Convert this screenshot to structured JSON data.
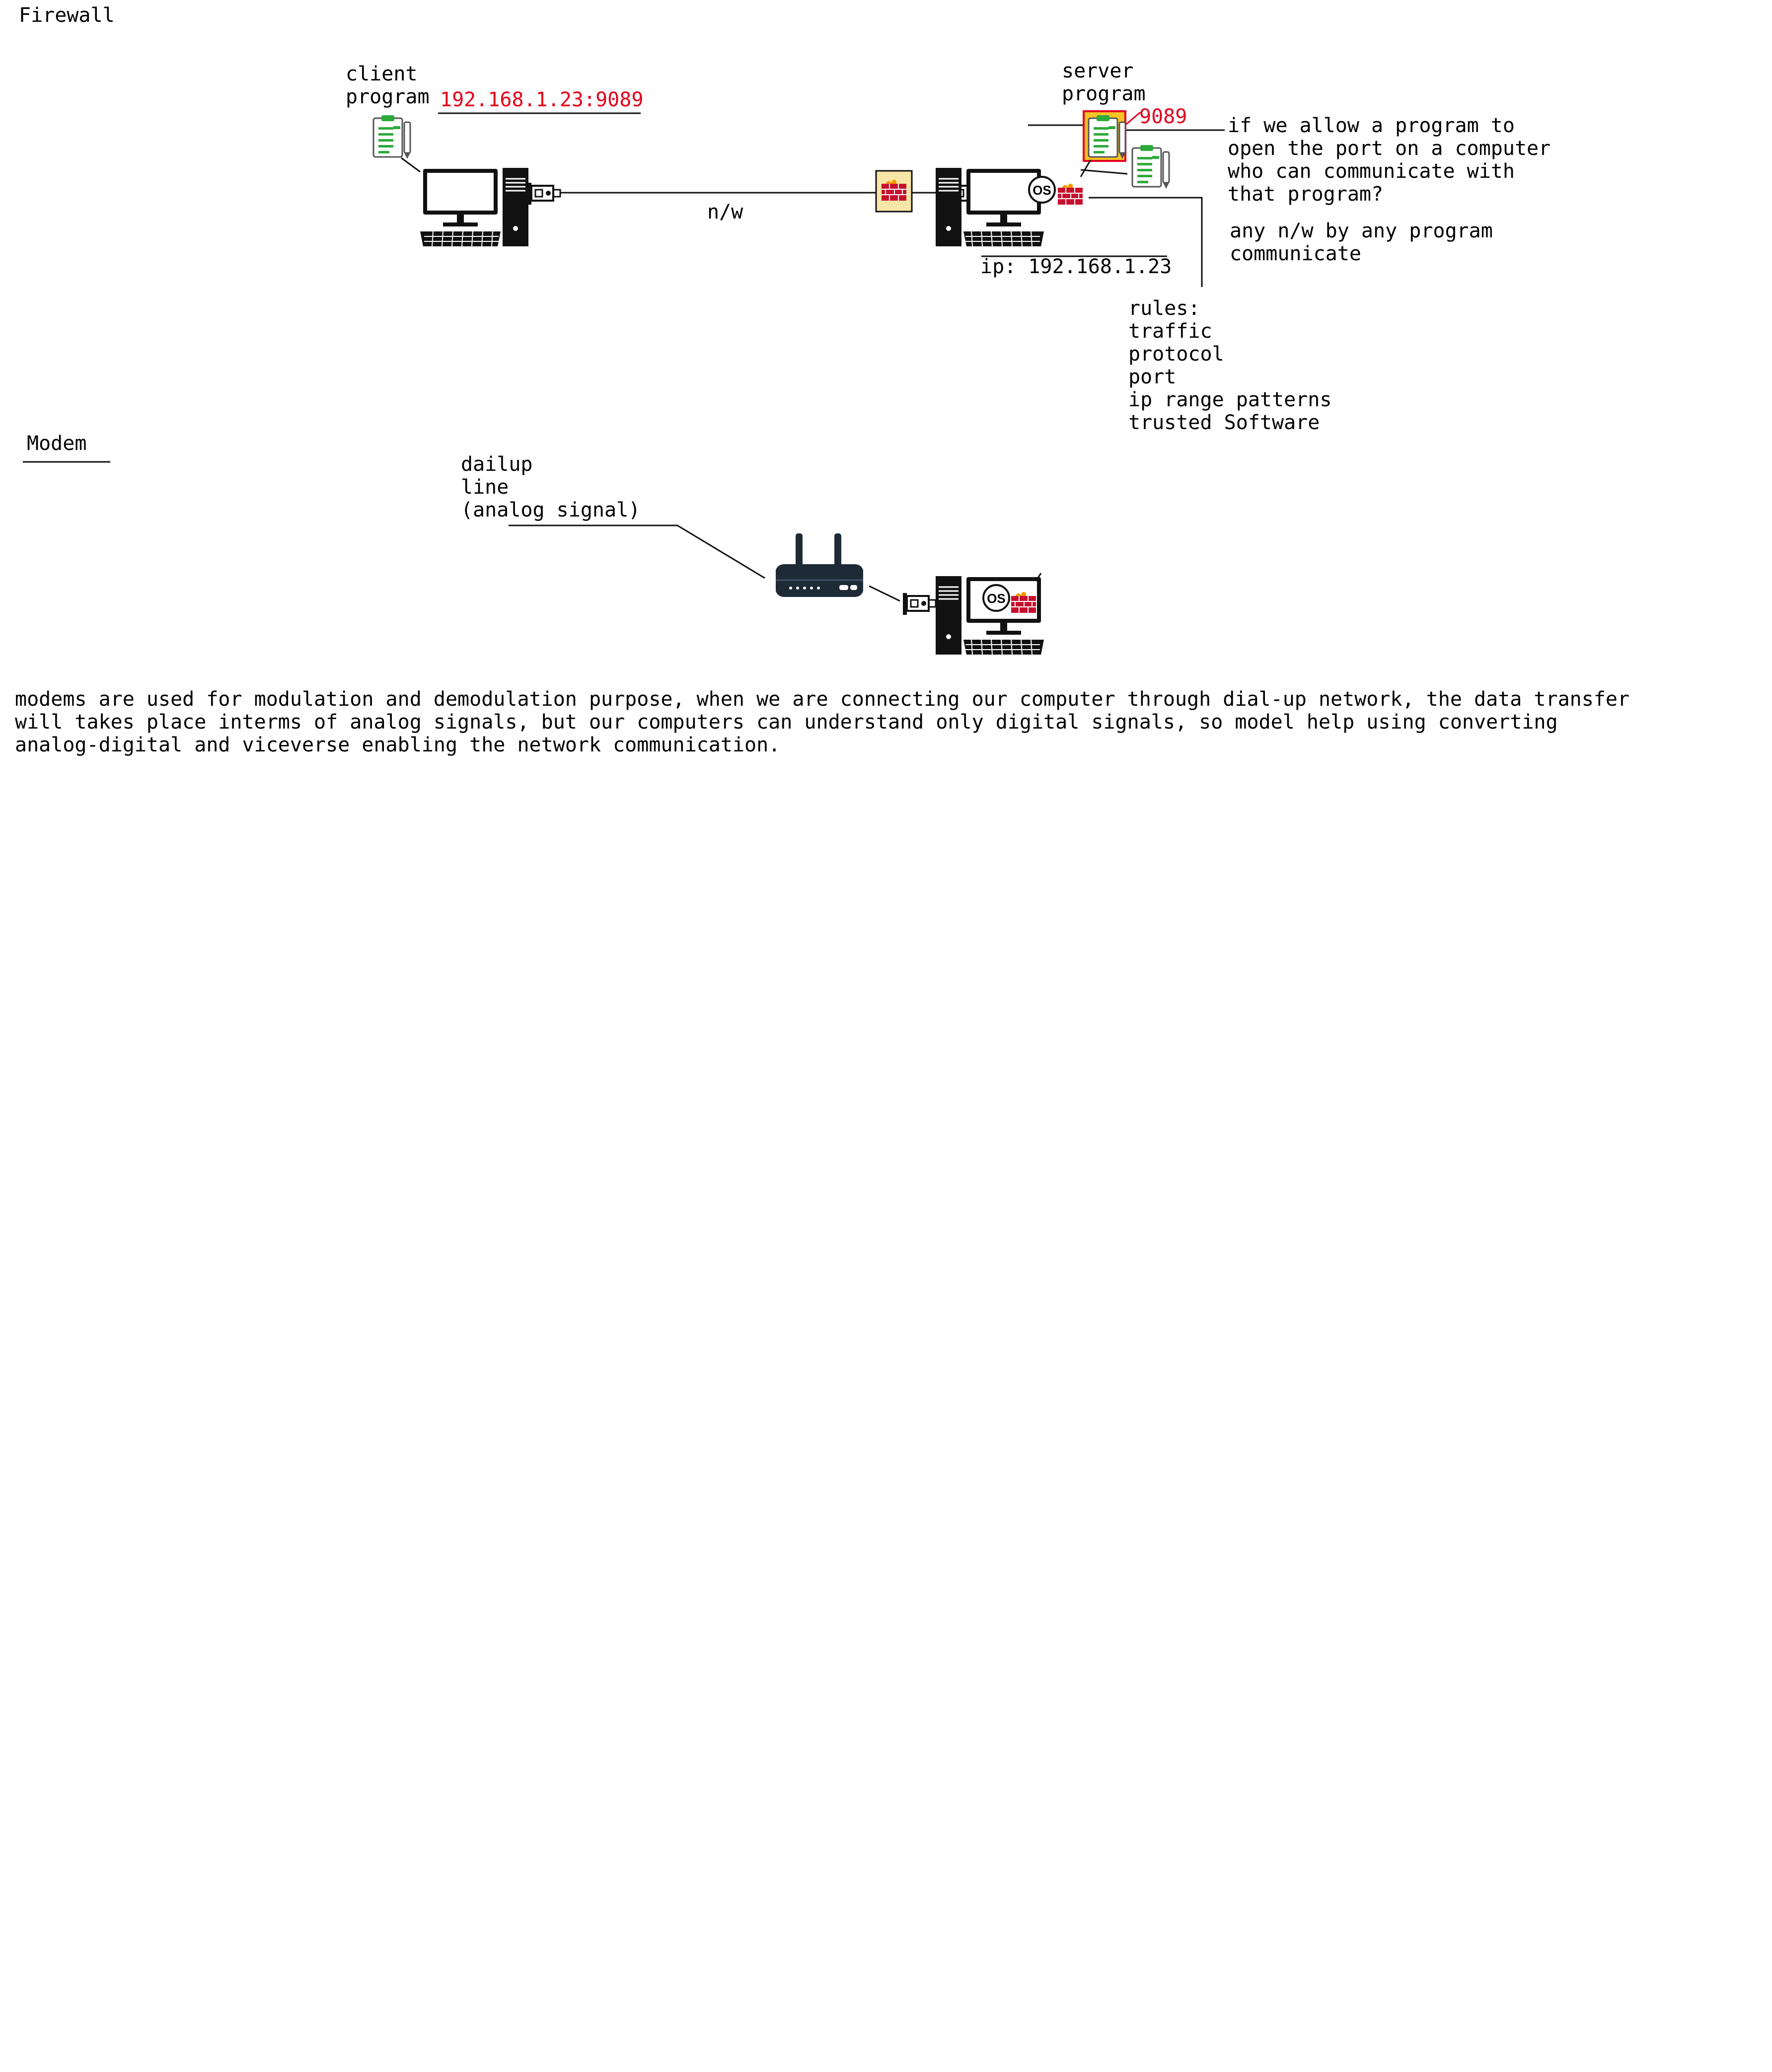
{
  "colors": {
    "accent_red": "#e3001b",
    "firewall_red": "#c8102e",
    "highlight_yellow": "#f7c325",
    "doc_green": "#2eaa3c"
  },
  "firewall": {
    "heading": "Firewall",
    "client_label": "client\nprogram",
    "client_address": "192.168.1.23:9089",
    "network_label": "n/w",
    "server_label": "server\nprogram",
    "server_port": "9089",
    "question": "if we allow a program to\nopen the port on a computer\nwho can communicate with\nthat program?",
    "answer": "any n/w by any program\ncommunicate",
    "server_ip": "ip: 192.168.1.23",
    "rules": "rules:\ntraffic\nprotocol\nport\nip range patterns\ntrusted Software",
    "icons": [
      "document-icon",
      "computer-icon",
      "network-card-icon",
      "firewall-icon",
      "os-icon"
    ]
  },
  "modem": {
    "heading": "Modem",
    "line_label": "dailup\nline\n(analog signal)",
    "icons": [
      "modem-router-icon",
      "network-card-icon",
      "computer-icon",
      "os-icon",
      "firewall-icon"
    ],
    "description": "modems are used for modulation and demodulation purpose, when we are connecting our computer through dial-up network, the data transfer\nwill takes place interms of analog signals, but our computers can understand only digital signals, so model help using converting\nanalog-digital and viceverse enabling the network communication."
  }
}
